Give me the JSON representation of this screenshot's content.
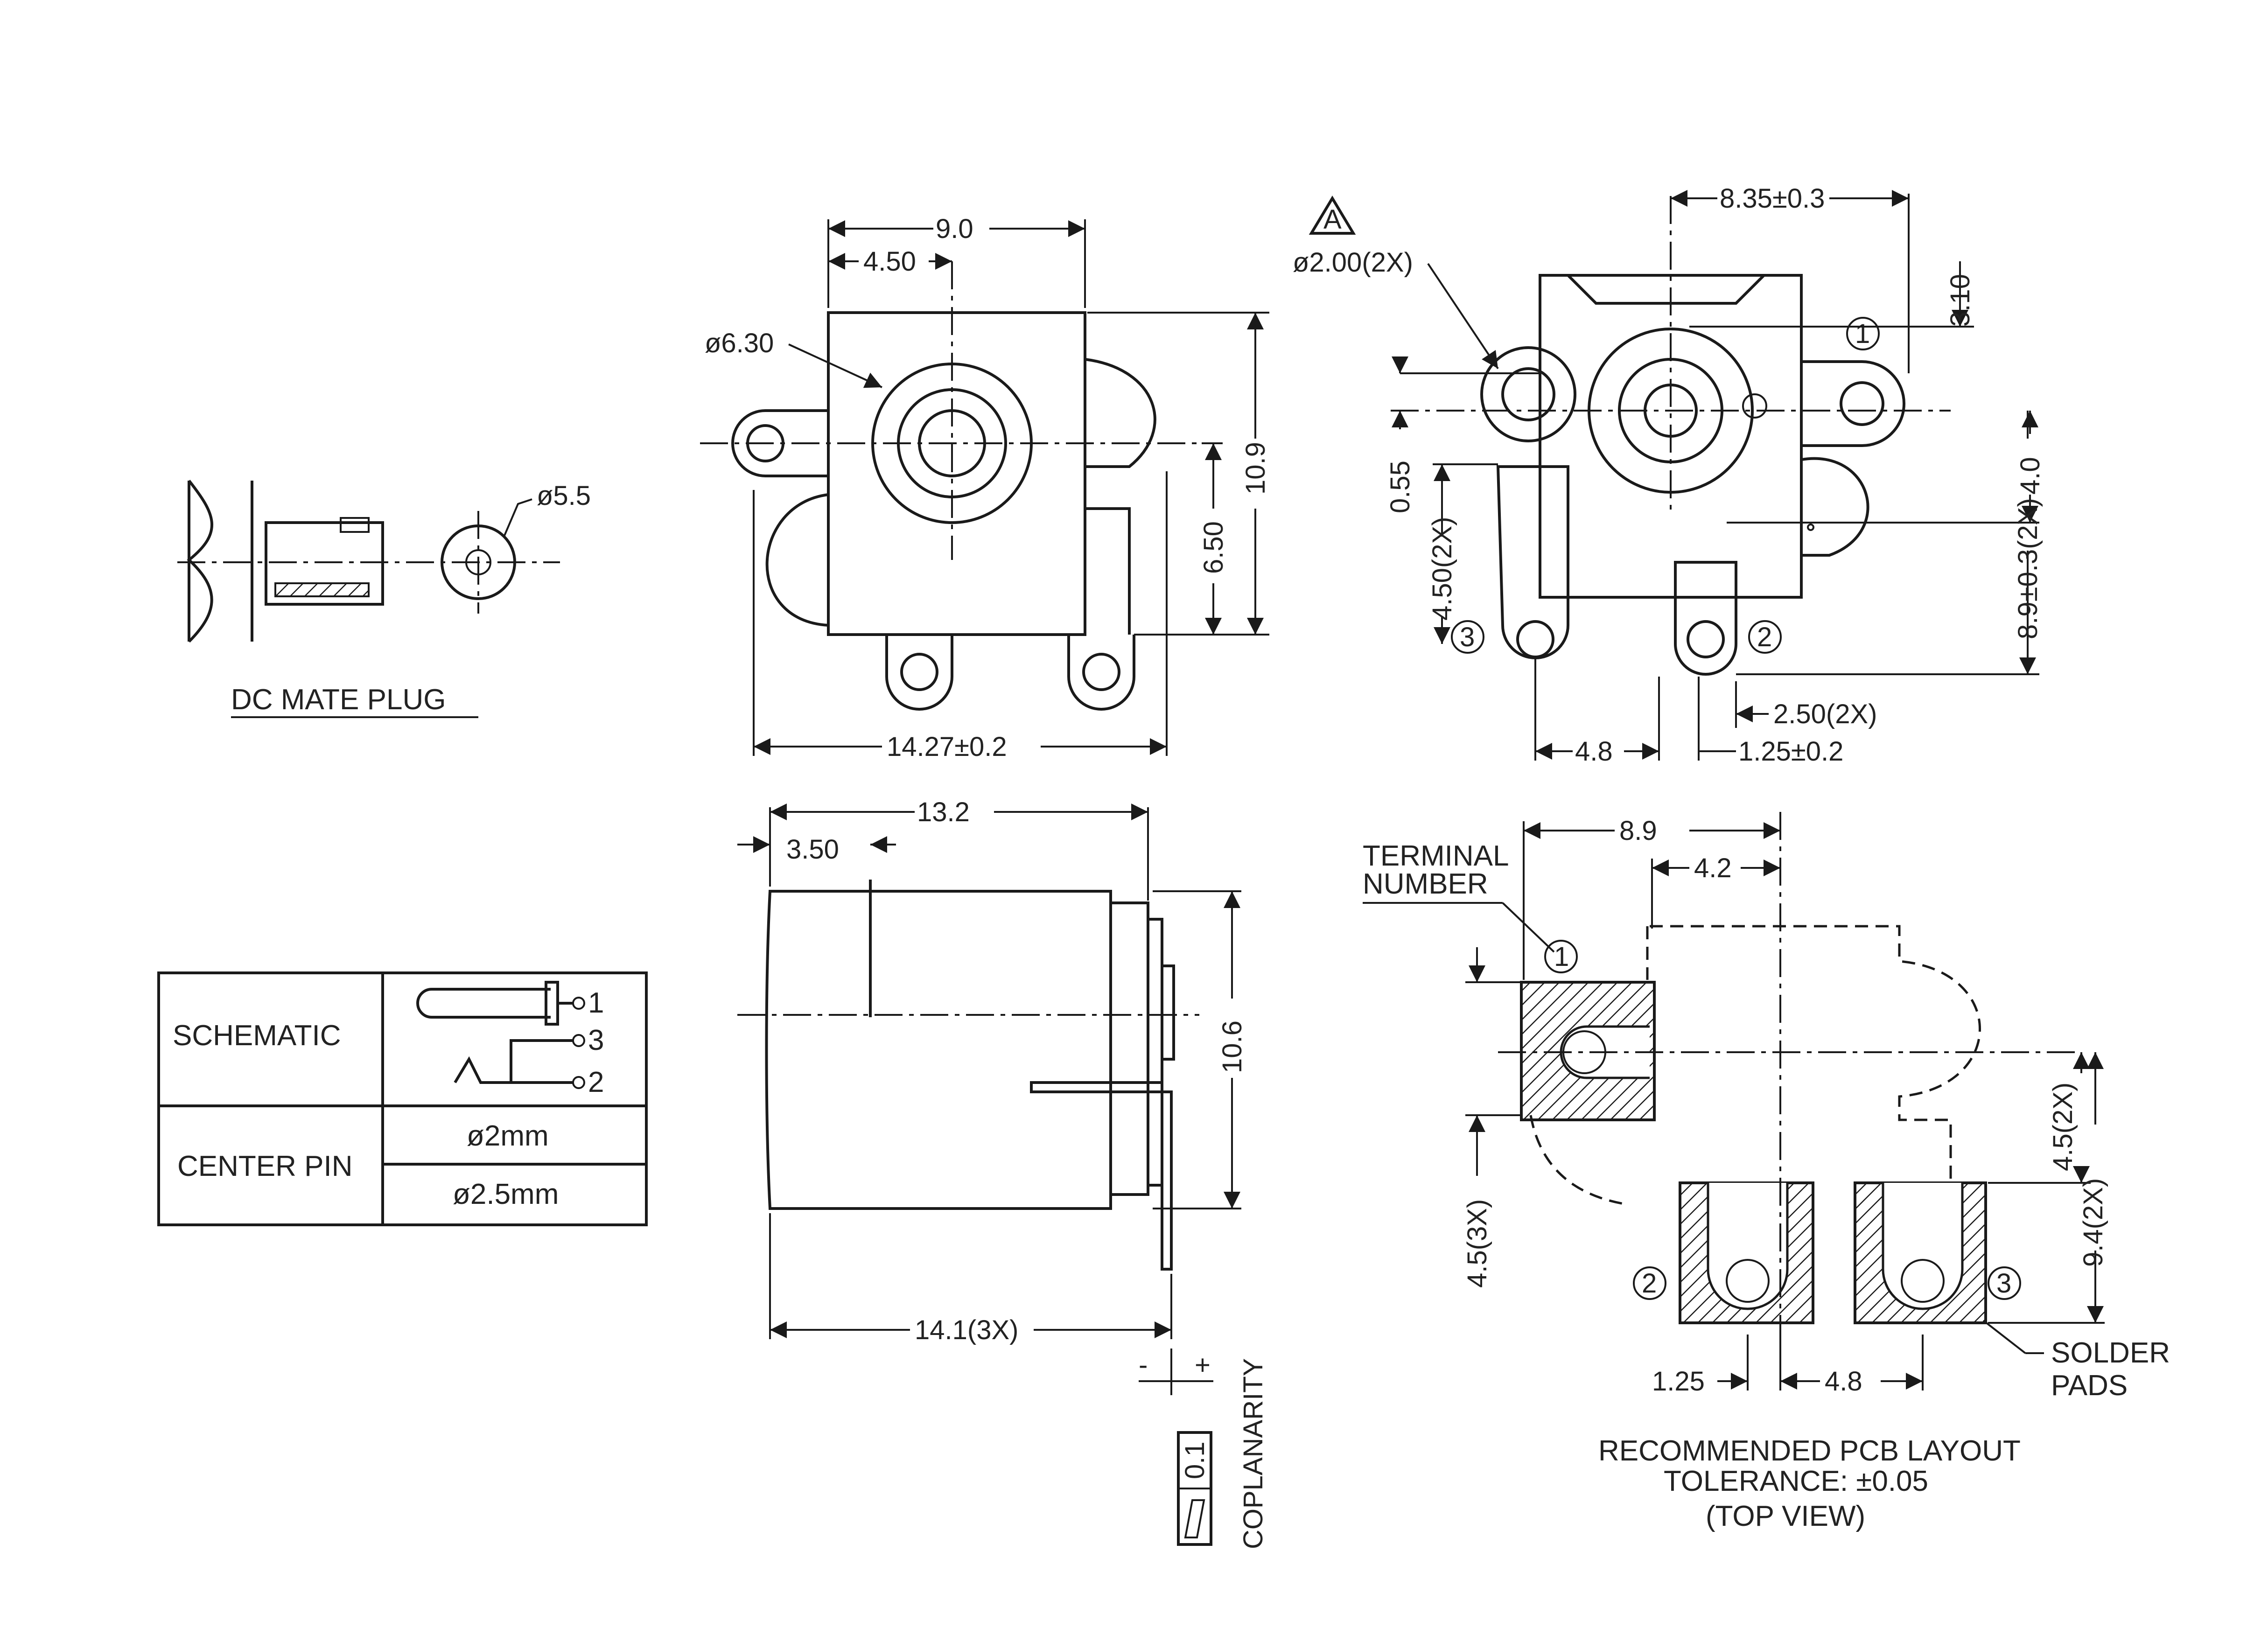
{
  "mate_plug": {
    "title": "DC MATE PLUG",
    "diameter": "ø5.5"
  },
  "front_view": {
    "width": "9.0",
    "half_width": "4.50",
    "bore": "ø6.30",
    "height": "10.9",
    "center_height": "6.50",
    "overall_width": "14.27±0.2"
  },
  "top_view": {
    "datum": "A",
    "hole": "ø2.00(2X)",
    "span": "8.35±0.3",
    "offset_top": "3.10",
    "offset_a": "0.55",
    "offset_b": "4.50(2X)",
    "offset_c": "4.0",
    "span_vertical": "8.9±0.3(2X)",
    "pin_spacing": "4.8",
    "slot_width": "2.50(2X)",
    "slot_thickness": "1.25±0.2",
    "terminals": [
      "1",
      "2",
      "3"
    ]
  },
  "side_view": {
    "length": "13.2",
    "flange": "3.50",
    "height": "10.6",
    "terminal_length": "14.1(3X)",
    "minus": "-",
    "plus": "+",
    "coplanarity_value": "0.1",
    "coplanarity_label": "COPLANARITY"
  },
  "table": {
    "rows": [
      {
        "label": "SCHEMATIC"
      },
      {
        "label": "CENTER PIN",
        "values": [
          "ø2mm",
          "ø2.5mm"
        ]
      }
    ],
    "schematic_pins": [
      "1",
      "3",
      "2"
    ]
  },
  "pcb": {
    "terminal_number_label": [
      "TERMINAL",
      "NUMBER"
    ],
    "width": "8.9",
    "half_width": "4.2",
    "pad_offset": "4.5(3X)",
    "row_offset": "4.5(2X)",
    "row_span": "9.4(2X)",
    "slot": "1.25",
    "pitch": "4.8",
    "solder_pads_label": [
      "SOLDER",
      "PADS"
    ],
    "caption": [
      "RECOMMENDED PCB LAYOUT",
      "TOLERANCE: ±0.05",
      "(TOP VIEW)"
    ],
    "terminals": [
      "1",
      "2",
      "3"
    ]
  }
}
